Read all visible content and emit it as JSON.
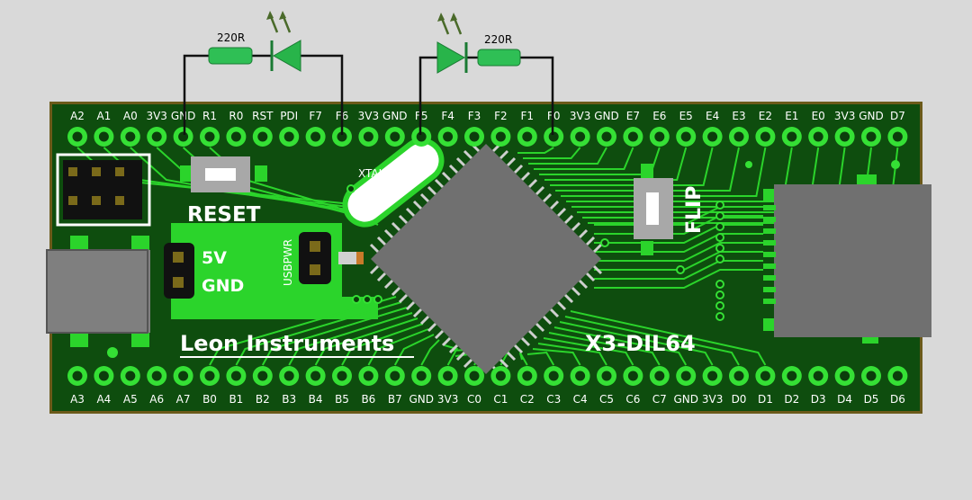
{
  "colors": {
    "background": "#d9d9d9",
    "board_outline": "#6b5a1a",
    "board_green": "#0e4d0e",
    "trace_green": "#2bd42b",
    "pad_green": "#35e035",
    "pad_hole": "#0b3d0b",
    "chip_gray": "#707070",
    "silk_white": "#ffffff",
    "led_green": "#28b44a",
    "resistor_green": "#2fbf55",
    "wire_black": "#111111"
  },
  "top_pins": [
    "A2",
    "A1",
    "A0",
    "3V3",
    "GND",
    "R1",
    "R0",
    "RST",
    "PDI",
    "F7",
    "F6",
    "3V3",
    "GND",
    "F5",
    "F4",
    "F3",
    "F2",
    "F1",
    "F0",
    "3V3",
    "GND",
    "E7",
    "E6",
    "E5",
    "E4",
    "E3",
    "E2",
    "E1",
    "E0",
    "3V3",
    "GND",
    "D7"
  ],
  "bottom_pins": [
    "A3",
    "A4",
    "A5",
    "A6",
    "A7",
    "B0",
    "B1",
    "B2",
    "B3",
    "B4",
    "B5",
    "B6",
    "B7",
    "GND",
    "3V3",
    "C0",
    "C1",
    "C2",
    "C3",
    "C4",
    "C5",
    "C6",
    "C7",
    "GND",
    "3V3",
    "D0",
    "D1",
    "D2",
    "D3",
    "D4",
    "D5",
    "D6"
  ],
  "labels": {
    "reset": "RESET",
    "flip": "FLIP",
    "v5": "5V",
    "gnd": "GND",
    "usbpwr": "USBPWR",
    "xtal": "XTAL",
    "brand": "Leon Instruments",
    "model": "X3-DIL64"
  },
  "external_circuit": {
    "left": {
      "resistor": "220R",
      "from_pin": "GND",
      "to_pin": "F6"
    },
    "right": {
      "resistor": "220R",
      "from_pin": "F5",
      "to_pin": "F0"
    }
  },
  "icons": [
    "led-icon",
    "resistor-icon",
    "reset-button-icon",
    "flip-switch-icon",
    "usb-connector-icon",
    "sd-card-slot-icon",
    "crystal-icon",
    "microcontroller-chip-icon"
  ]
}
